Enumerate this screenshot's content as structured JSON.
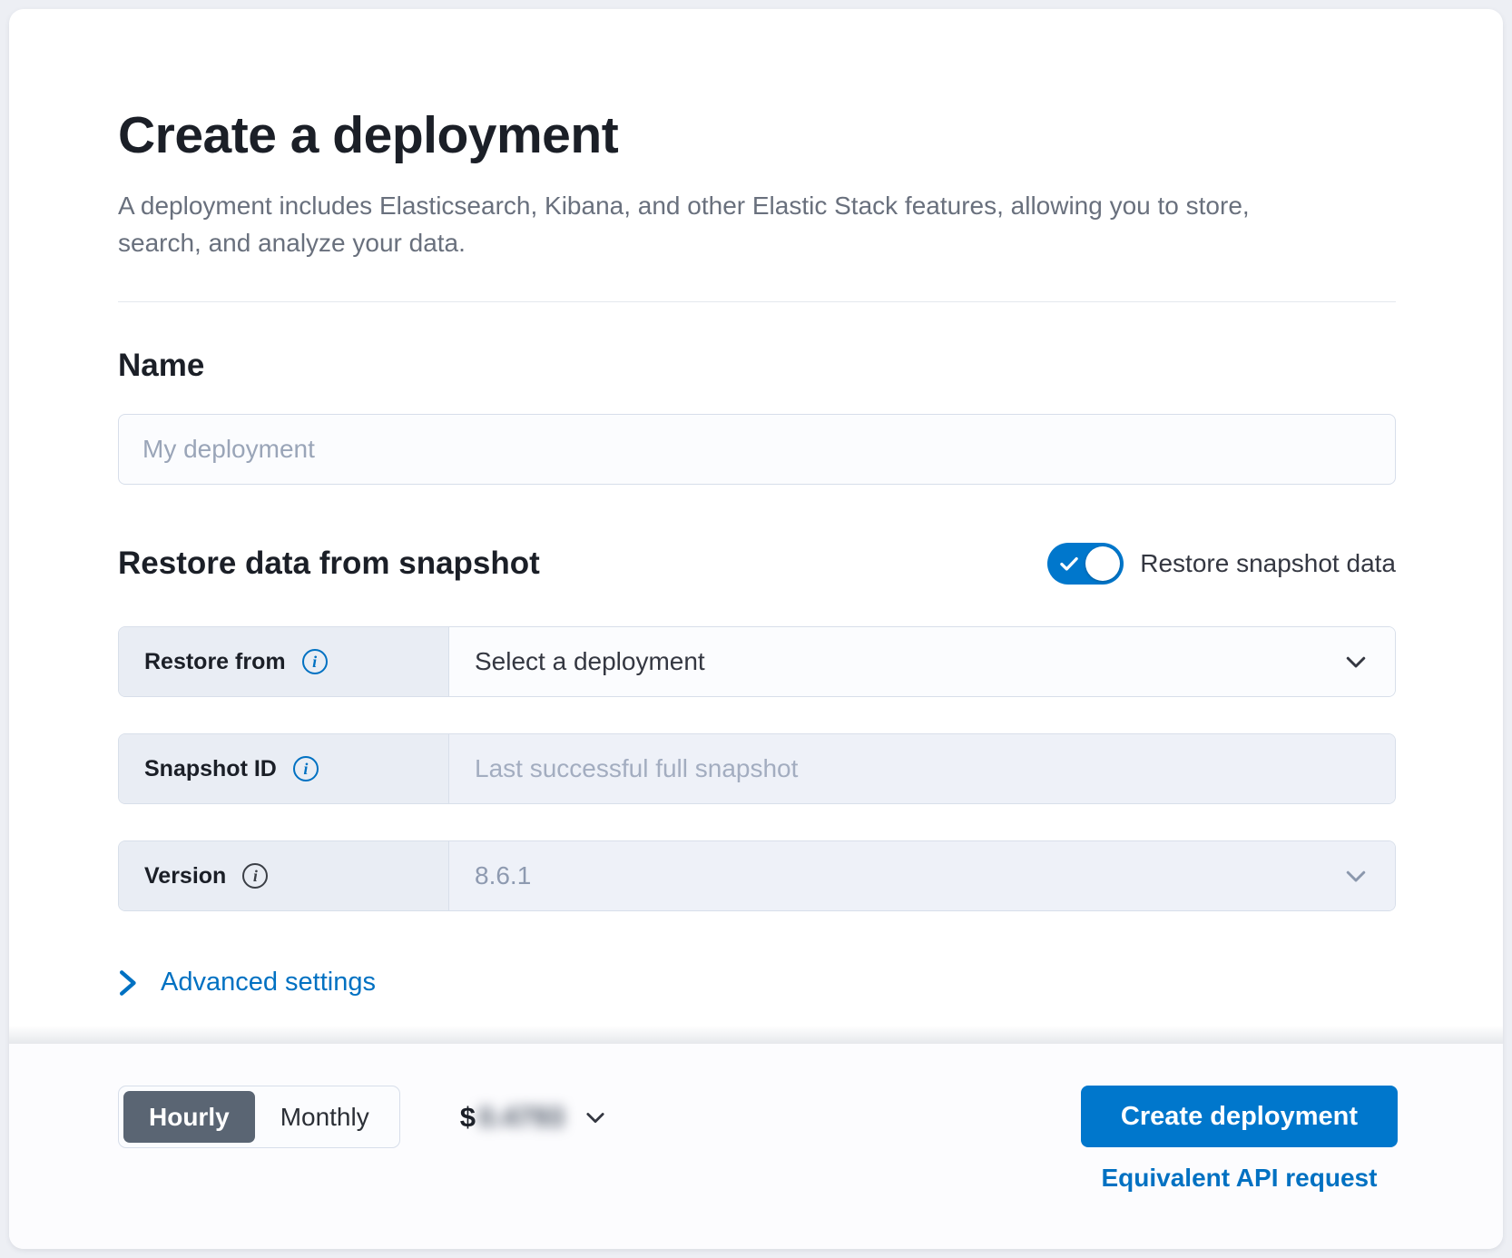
{
  "header": {
    "title": "Create a deployment",
    "subtitle": "A deployment includes Elasticsearch, Kibana, and other Elastic Stack features, allowing you to store, search, and analyze your data."
  },
  "name_section": {
    "heading": "Name",
    "placeholder": "My deployment"
  },
  "snapshot_section": {
    "heading": "Restore data from snapshot",
    "toggle": {
      "label": "Restore snapshot data",
      "state": "on"
    },
    "rows": [
      {
        "label": "Restore from",
        "info_icon": "info-circle",
        "control": "select",
        "value": "Select a deployment",
        "enabled": true
      },
      {
        "label": "Snapshot ID",
        "info_icon": "info-circle",
        "control": "text-input",
        "placeholder": "Last successful full snapshot",
        "enabled": false
      },
      {
        "label": "Version",
        "info_icon": "info-circle",
        "control": "select",
        "value": "8.6.1",
        "enabled": false
      }
    ]
  },
  "advanced_settings": {
    "label": "Advanced settings",
    "icon": "chevron-right"
  },
  "footer": {
    "billing_period": {
      "options": [
        "Hourly",
        "Monthly"
      ],
      "selected": "Hourly"
    },
    "price": {
      "currency_symbol": "$",
      "value_obscured": "0.4793",
      "dropdown_icon": "chevron-down"
    },
    "create_button_label": "Create deployment",
    "api_link_label": "Equivalent API request"
  },
  "colors": {
    "primary_blue": "#0077cc",
    "link_blue": "#0071c2",
    "billing_selected_bg": "#5a6573",
    "heading_text": "#1b1f27",
    "muted_text": "#69707d",
    "disabled_field_bg": "#eef1f8",
    "label_cell_bg": "#e9edf4"
  }
}
